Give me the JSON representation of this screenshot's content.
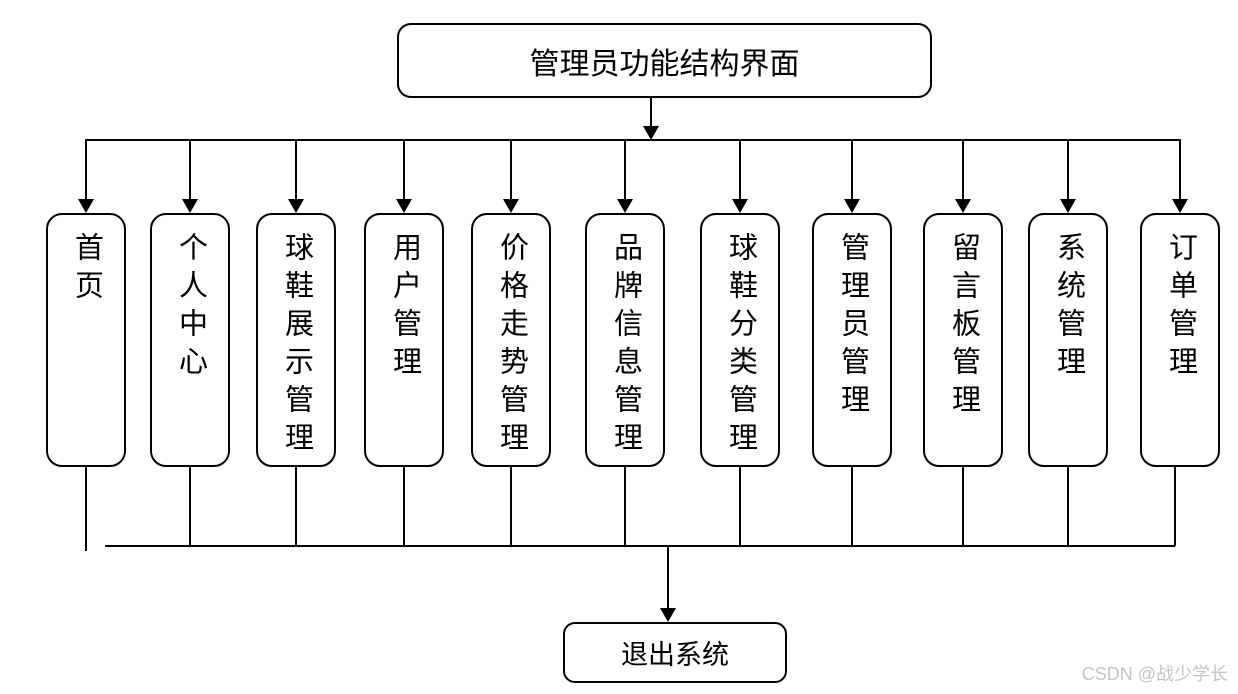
{
  "diagram": {
    "root": {
      "label": "管理员功能结构界面"
    },
    "modules": [
      {
        "label": "首页"
      },
      {
        "label": "个人中心"
      },
      {
        "label": "球鞋展示管理"
      },
      {
        "label": "用户管理"
      },
      {
        "label": "价格走势管理"
      },
      {
        "label": "品牌信息管理"
      },
      {
        "label": "球鞋分类管理"
      },
      {
        "label": "管理员管理"
      },
      {
        "label": "留言板管理"
      },
      {
        "label": "系统管理"
      },
      {
        "label": "订单管理"
      }
    ],
    "exit": {
      "label": "退出系统"
    }
  },
  "watermark": {
    "text": "CSDN @战少学长"
  },
  "colors": {
    "line": "#000000",
    "box_border": "#000000",
    "box_fill": "#ffffff",
    "background": "#ffffff",
    "watermark": "#c4c4c4"
  }
}
